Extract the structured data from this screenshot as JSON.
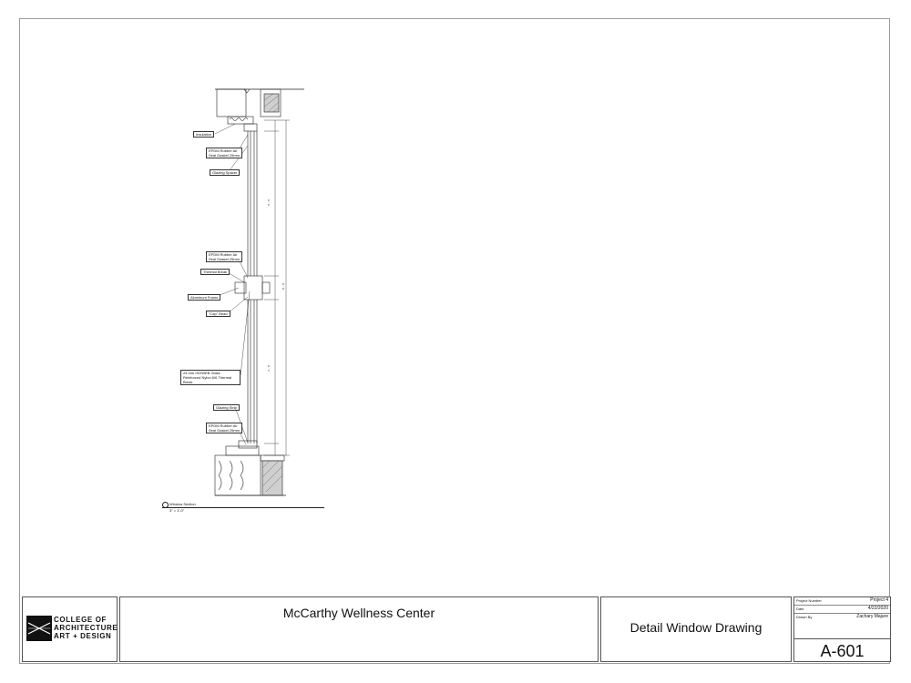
{
  "titleblock": {
    "project_name": "McCarthy Wellness Center",
    "sheet_title": "Detail Window Drawing",
    "sheet_number": "A-601",
    "logo": {
      "line1": "COLLEGE OF",
      "line2": "ARCHITECTURE",
      "line3": "ART + DESIGN"
    },
    "info": {
      "project_number_label": "Project Number",
      "project_number_value": "Project 4",
      "date_label": "Date",
      "date_value": "4/22/2020",
      "drawn_by_label": "Drawn By",
      "drawn_by_value": "Zachary Majure"
    }
  },
  "drawing": {
    "callouts": {
      "insulation": "Insulation",
      "epdm_top": "EPDM Rubber Air Seal Gasket 25mm",
      "glazing_spacer": "Glazing Spacer",
      "epdm_mid": "EPDM Rubber Air Seal Gasket 25mm",
      "thermal_break": "Thermal Break",
      "aluminum_frame": "Aluminum Frame",
      "cap_bead": "\"Cap\" Bead",
      "gf_nylon": "24 mm ISOWEB Glass Reinforced Nylon 6/6 Thermal Break",
      "glazing_strip": "Glazing Strip",
      "epdm_bottom": "EPDM Rubber Air Seal Gasket 25mm"
    },
    "view_title": "Window Section",
    "view_scale": "3\" = 1'-0\""
  }
}
